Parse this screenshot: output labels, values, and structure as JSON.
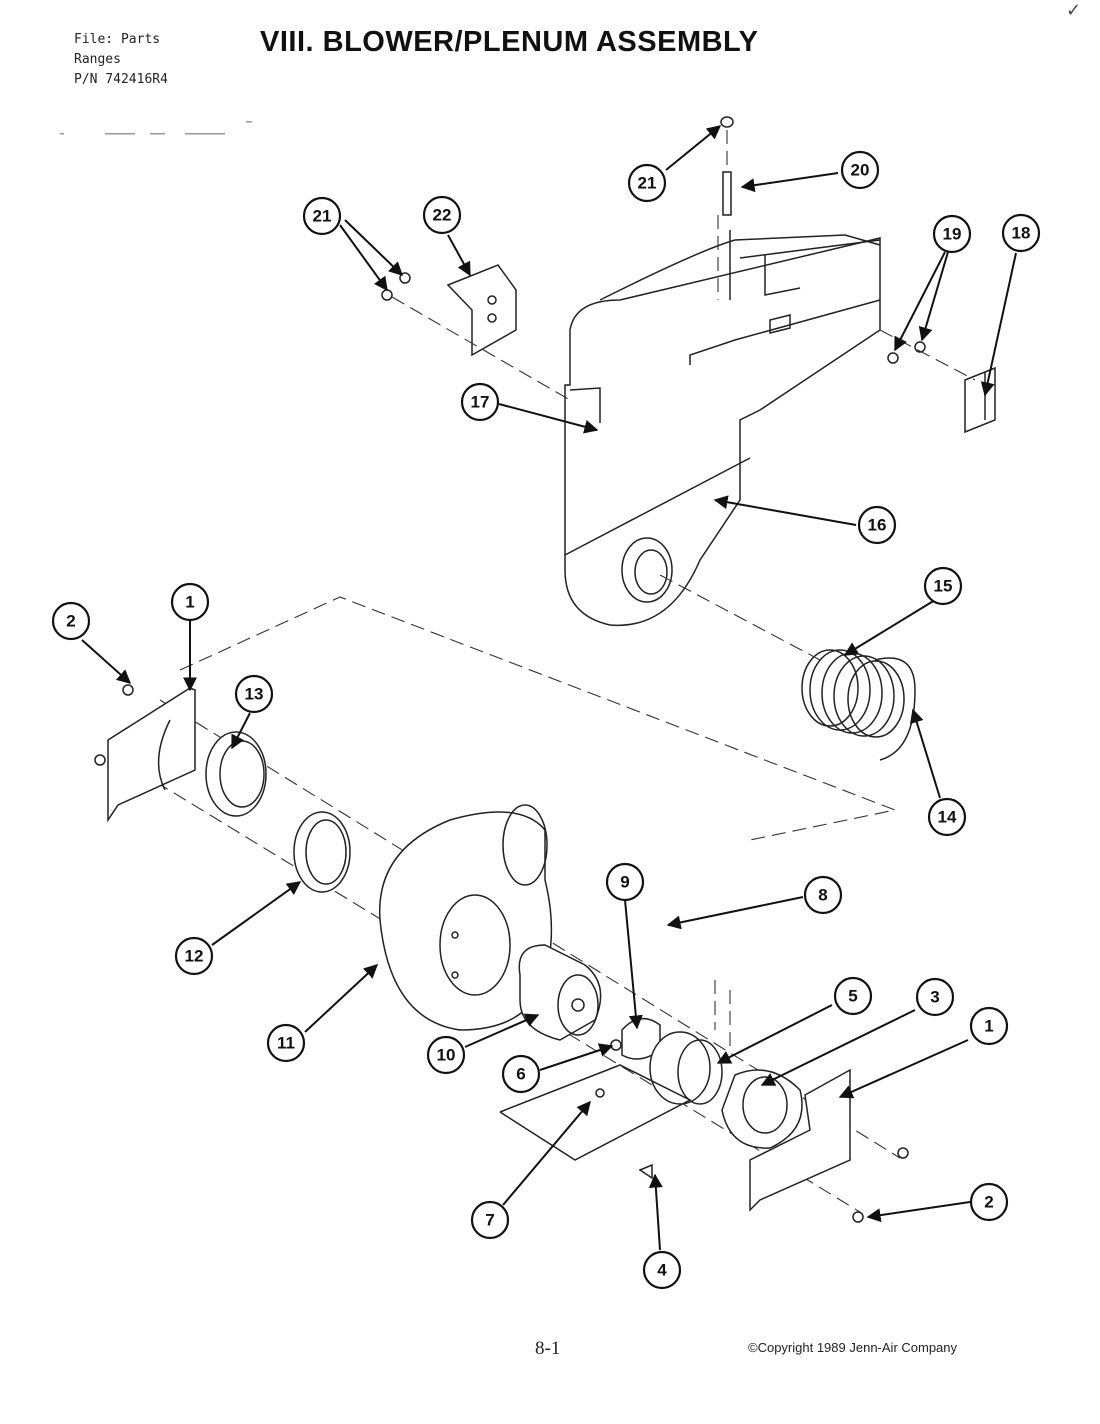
{
  "header": {
    "file_line": "File: Parts",
    "category_line": "Ranges",
    "part_number_line": "P/N 742416R4"
  },
  "title": "VIII. BLOWER/PLENUM ASSEMBLY",
  "page_number": "8-1",
  "copyright": "©Copyright 1989 Jenn-Air Company",
  "corner_mark": "✓",
  "callouts": {
    "c21a": "21",
    "c20": "20",
    "c21b": "21",
    "c22": "22",
    "c19": "19",
    "c18": "18",
    "c17": "17",
    "c16": "16",
    "c15": "15",
    "c14": "14",
    "c2a": "2",
    "c1a": "1",
    "c13": "13",
    "c12": "12",
    "c11": "11",
    "c10": "10",
    "c9": "9",
    "c8": "8",
    "c6": "6",
    "c5": "5",
    "c3": "3",
    "c1b": "1",
    "c2b": "2",
    "c7": "7",
    "c4": "4"
  }
}
